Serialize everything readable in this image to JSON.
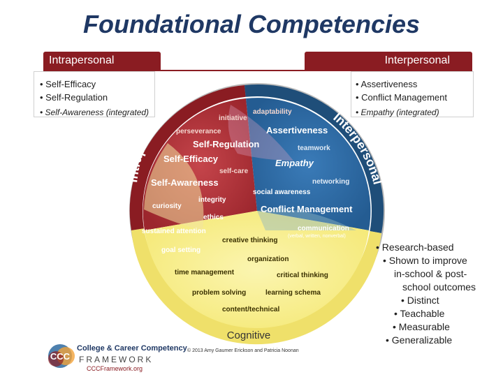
{
  "title": "Foundational Competencies",
  "intrapersonal": {
    "header": "Intrapersonal",
    "bullets": [
      "• Self-Efficacy",
      "• Self-Regulation"
    ],
    "italic_bullet": "• Self-Awareness (integrated)"
  },
  "interpersonal": {
    "header": "Interpersonal",
    "bullets": [
      "• Assertiveness",
      "• Conflict Management"
    ],
    "italic_bullet": "• Empathy (integrated)"
  },
  "wheel": {
    "ring_intrapersonal": "Intrapersonal",
    "ring_interpersonal": "Interpersonal",
    "ring_cognitive": "Cognitive",
    "labels": {
      "initiative": "initiative",
      "adaptability": "adaptability",
      "perseverance": "perseverance",
      "assertiveness": "Assertiveness",
      "self_regulation": "Self-Regulation",
      "teamwork": "teamwork",
      "self_efficacy": "Self-Efficacy",
      "empathy": "Empathy",
      "self_care": "self-care",
      "self_awareness": "Self-Awareness",
      "networking": "networking",
      "social_awareness": "social awareness",
      "integrity": "integrity",
      "curiosity": "curiosity",
      "conflict_management": "Conflict Management",
      "ethics": "ethics",
      "sustained_attention": "sustained attention",
      "communication": "communication",
      "communication_sub": "(verbal, written, nonverbal)",
      "creative_thinking": "creative thinking",
      "goal_setting": "goal setting",
      "organization": "organization",
      "time_management": "time management",
      "critical_thinking": "critical thinking",
      "problem_solving": "problem solving",
      "learning_schema": "learning schema",
      "content_technical": "content/technical"
    }
  },
  "benefits": [
    "•     Research-based",
    "•     Shown to improve",
    "in-school & post-",
    "school outcomes",
    "•   Distinct",
    "•   Teachable",
    "•   Measurable",
    "•   Generalizable"
  ],
  "copyright": "© 2013 Amy Gaumer Erickson and Patricia Noonan",
  "logo": {
    "mark": "CCC",
    "line1": "College & Career Competency",
    "line2": "FRAMEWORK",
    "line3": "CCCFramework.org"
  },
  "colors": {
    "title": "#1f3864",
    "header_bar": "#8a1c22",
    "red_ring": "#8a1c22",
    "blue_ring": "#1f4e79",
    "yellow_ring": "#f2e46a",
    "blue_center": "#2e6aa0",
    "yellow_center": "#f8ef8a",
    "red_center": "#b5343a"
  }
}
